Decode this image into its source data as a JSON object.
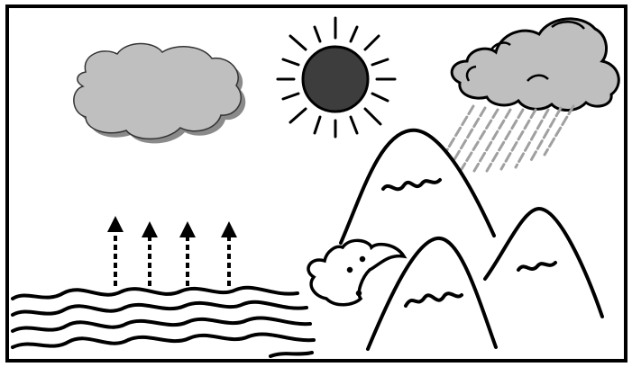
{
  "diagram": {
    "colors": {
      "background": "#ffffff",
      "ink": "#000000",
      "cloud_fill": "#bfbfbf",
      "cloud_shadow": "#8a8a8a",
      "sun_fill": "#3d3d3d",
      "rain": "#a0a0a0"
    },
    "elements": [
      {
        "name": "border-frame",
        "icon": "rectangle-frame"
      },
      {
        "name": "cumulus-cloud",
        "icon": "cloud-icon"
      },
      {
        "name": "sun",
        "icon": "sun-icon"
      },
      {
        "name": "rain-cloud",
        "icon": "rain-cloud-icon"
      },
      {
        "name": "rain-streaks",
        "icon": "rain-icon"
      },
      {
        "name": "mountain-range",
        "icon": "mountain-icon"
      },
      {
        "name": "low-cloud-between-mountains",
        "icon": "cloud-icon"
      },
      {
        "name": "evaporation-arrows",
        "icon": "arrow-up-icon",
        "count": 4
      },
      {
        "name": "ocean-waves",
        "icon": "wave-icon"
      }
    ]
  }
}
